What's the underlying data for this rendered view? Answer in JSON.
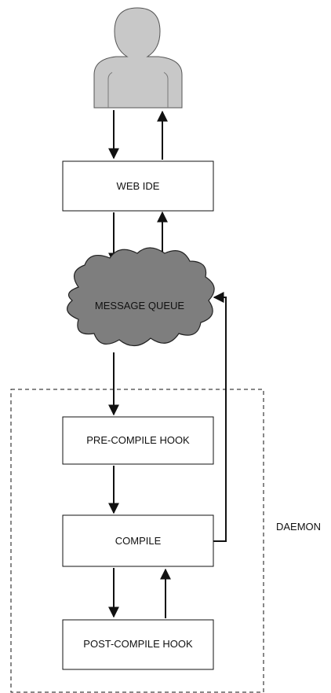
{
  "diagram": {
    "nodes": {
      "user": {
        "icon": "person-icon"
      },
      "web_ide": {
        "label": "WEB IDE"
      },
      "message_queue": {
        "label": "MESSAGE QUEUE"
      },
      "pre_compile_hook": {
        "label": "PRE-COMPILE HOOK"
      },
      "compile": {
        "label": "COMPILE"
      },
      "post_compile_hook": {
        "label": "POST-COMPILE HOOK"
      }
    },
    "group": {
      "label": "DAEMON"
    }
  },
  "colors": {
    "person_fill": "#c8c8c8",
    "cloud_fill": "#7e7e7e",
    "stroke": "#111111",
    "box_fill": "#ffffff"
  }
}
